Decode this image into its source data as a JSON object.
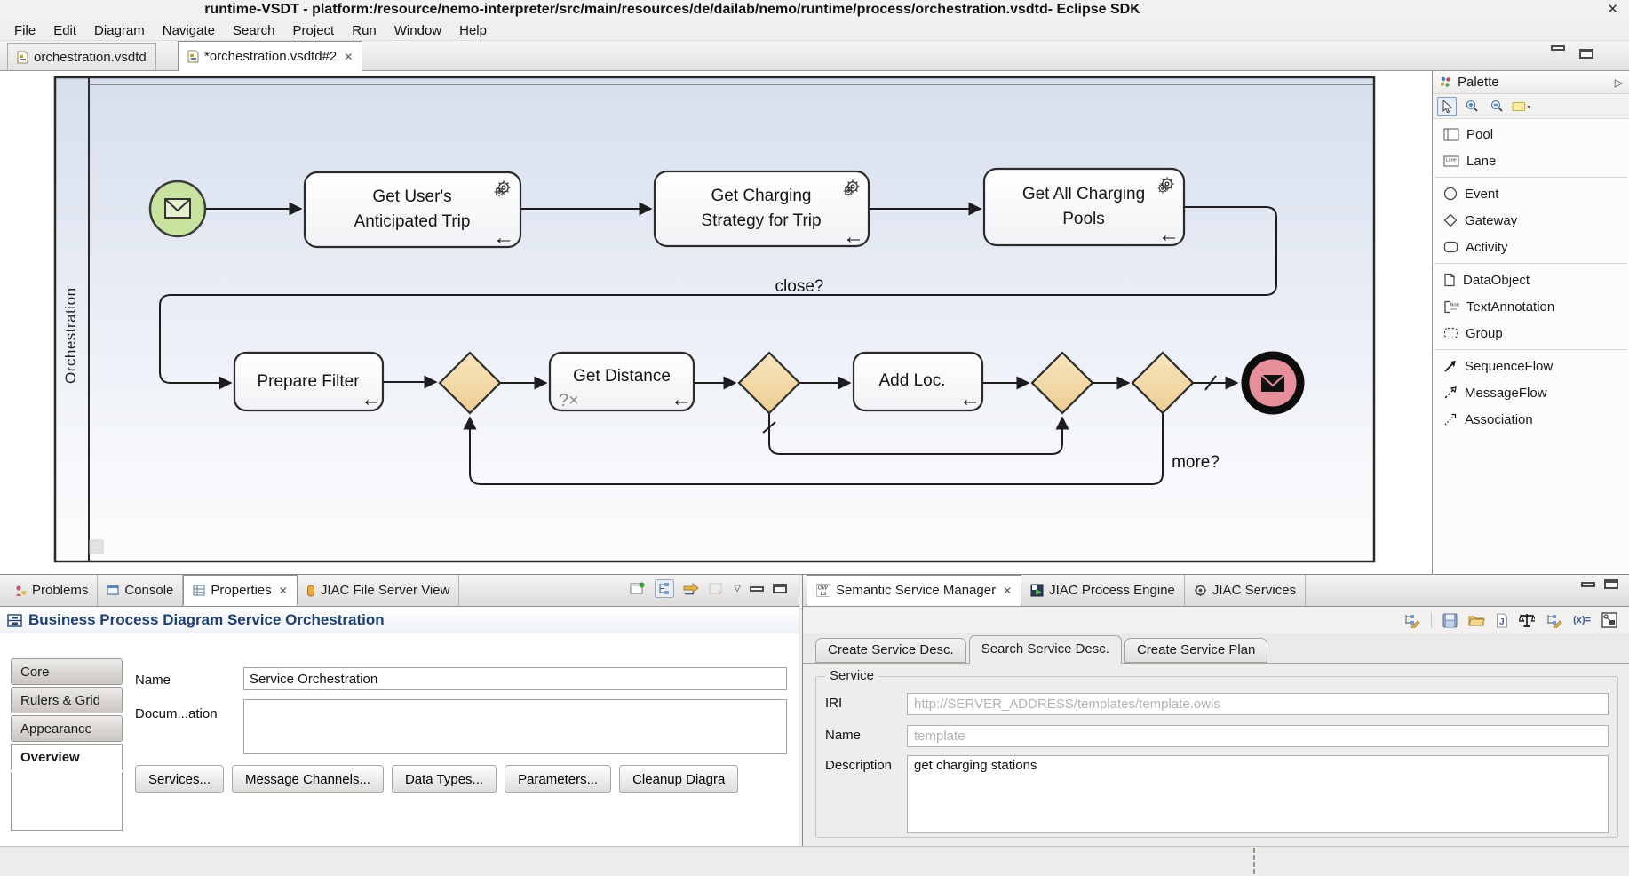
{
  "window": {
    "title": "runtime-VSDT - platform:/resource/nemo-interpreter/src/main/resources/de/dailab/nemo/runtime/process/orchestration.vsdtd- Eclipse SDK",
    "close_glyph": "✕"
  },
  "menu": {
    "items": [
      {
        "label": "File",
        "accel": 0
      },
      {
        "label": "Edit",
        "accel": 0
      },
      {
        "label": "Diagram",
        "accel": 0
      },
      {
        "label": "Navigate",
        "accel": 0
      },
      {
        "label": "Search",
        "accel": 2
      },
      {
        "label": "Project",
        "accel": 0
      },
      {
        "label": "Run",
        "accel": 0
      },
      {
        "label": "Window",
        "accel": 0
      },
      {
        "label": "Help",
        "accel": 0
      }
    ]
  },
  "editor": {
    "tabs": [
      {
        "label": "orchestration.vsdtd"
      },
      {
        "label": "*orchestration.vsdtd#2",
        "close_glyph": "✕"
      }
    ]
  },
  "diagram": {
    "pool_label": "Orchestration",
    "tasks": [
      {
        "line1": "Get User's",
        "line2": "Anticipated Trip"
      },
      {
        "line1": "Get Charging",
        "line2": "Strategy for Trip"
      },
      {
        "line1": "Get All Charging",
        "line2": "Pools"
      },
      {
        "line1": "Prepare Filter"
      },
      {
        "line1": "Get Distance",
        "marker": "?×"
      },
      {
        "line1": "Add Loc."
      }
    ],
    "return_arrow": "←",
    "labels": {
      "close": "close?",
      "more": "more?"
    },
    "colors": {
      "canvas_top": "#d7dfee",
      "canvas_bottom": "#fdfdfe",
      "task_fill_top": "#ffffff",
      "task_fill_bottom": "#f1f2f5",
      "gateway_fill": "#f2d7a4",
      "start_event_fill": "#c8e2a0",
      "end_event_fill": "#e68f9b",
      "outline": "#1c1c1c"
    }
  },
  "palette": {
    "title": "Palette",
    "items": [
      {
        "label": "Pool"
      },
      {
        "label": "Lane"
      },
      {
        "label": "Event"
      },
      {
        "label": "Gateway"
      },
      {
        "label": "Activity"
      },
      {
        "label": "DataObject"
      },
      {
        "label": "TextAnnotation"
      },
      {
        "label": "Group"
      },
      {
        "label": "SequenceFlow"
      },
      {
        "label": "MessageFlow"
      },
      {
        "label": "Association"
      }
    ]
  },
  "left_panel": {
    "tabs": [
      {
        "label": "Problems"
      },
      {
        "label": "Console"
      },
      {
        "label": "Properties",
        "close_glyph": "✕"
      },
      {
        "label": "JIAC File Server View"
      }
    ],
    "header": "Business Process Diagram Service Orchestration",
    "side_tabs": [
      {
        "label": "Core"
      },
      {
        "label": "Rulers & Grid"
      },
      {
        "label": "Appearance"
      },
      {
        "label": "Overview"
      }
    ],
    "form": {
      "name_label": "Name",
      "name_value": "Service Orchestration",
      "doc_label": "Docum...ation",
      "doc_value": ""
    },
    "buttons": [
      {
        "label": "Services..."
      },
      {
        "label": "Message Channels..."
      },
      {
        "label": "Data Types..."
      },
      {
        "label": "Parameters..."
      },
      {
        "label": "Cleanup Diagra"
      }
    ]
  },
  "right_panel": {
    "tabs": [
      {
        "label": "Semantic Service Manager",
        "close_glyph": "✕"
      },
      {
        "label": "JIAC Process Engine"
      },
      {
        "label": "JIAC Services"
      }
    ],
    "sub_tabs": [
      {
        "label": "Create Service Desc."
      },
      {
        "label": "Search Service Desc."
      },
      {
        "label": "Create Service Plan"
      }
    ],
    "service_group": {
      "title": "Service",
      "iri_label": "IRI",
      "iri_placeholder": "http://SERVER_ADDRESS/templates/template.owls",
      "name_label": "Name",
      "name_placeholder": "template",
      "description_label": "Description",
      "description_value": "get charging stations"
    }
  }
}
